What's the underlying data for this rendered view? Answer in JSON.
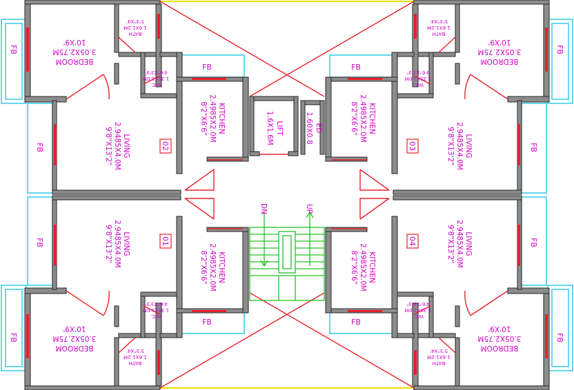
{
  "rooms": {
    "bedroom_tl": [
      "BEDROOM",
      "3.05X2.75M",
      "10'X9'"
    ],
    "bedroom_tr": [
      "BEDROOM",
      "3.05X2.75M",
      "10'X9'"
    ],
    "bedroom_bl": [
      "BEDROOM",
      "3.05X2.75M",
      "10'X9'"
    ],
    "bedroom_br": [
      "BEDROOM",
      "3.05X2.75M",
      "10'X9'"
    ],
    "bath_tl": [
      "BATH",
      "1.6X1.2M",
      "5'3\"X4'"
    ],
    "bath_tr": [
      "BATH",
      "1.6X1.2M",
      "5'3\"X4'"
    ],
    "bath_bl": [
      "BATH",
      "1.6X1.2M",
      "5'3\"X4'"
    ],
    "bath_br": [
      "BATH",
      "1.6X1.2M",
      "5'3\"X4'"
    ],
    "wc_tl": [
      "W.C.",
      "1.35X1.0M",
      "4'6\"X3'3\""
    ],
    "wc_tr": [
      "W.C.",
      "1.35X1.0M",
      "4'6\"X3'3\""
    ],
    "wc_bl": [
      "W.C.",
      "1.35X1.0M",
      "4'6\"X3'3\""
    ],
    "wc_br": [
      "W.C.",
      "1.35X1.0M",
      "4'6\"X3'3\""
    ],
    "kitchen_tl": [
      "KITCHEN",
      "2.4985X2.0M",
      "8'2\"X6'6\""
    ],
    "kitchen_tr": [
      "KITCHEN",
      "2.4985X2.0M",
      "8'2\"X6'6\""
    ],
    "kitchen_bl": [
      "KITCHEN",
      "2.4985X2.0M",
      "8'2\"X6'6\""
    ],
    "kitchen_br": [
      "KITCHEN",
      "2.4985X2.0M",
      "8'2\"X6'6\""
    ],
    "living_tl": [
      "LIVING",
      "2.9485X4.0M",
      "9'8\"X13'2\""
    ],
    "living_tr": [
      "LIVING",
      "2.9485X4.0M",
      "9'8\"X13'2\""
    ],
    "living_bl": [
      "LIVING",
      "2.9485X4.0M",
      "9'8\"X13'2\""
    ],
    "living_br": [
      "LIVING",
      "2.9485X4.0M",
      "9'8\"X13'2\""
    ],
    "lift": [
      "LIFT",
      "1.6X1.6M"
    ],
    "ed": [
      "ED",
      "1.60X0.8"
    ]
  },
  "units": {
    "tl": "02",
    "tr": "03",
    "bl": "01",
    "br": "04"
  },
  "stairs": {
    "down": "DN",
    "up": "UP"
  },
  "fb": "FB",
  "colors": {
    "wall": "#8c8c8c",
    "door": "#e8202a",
    "window": "#22c7e6",
    "stair": "#20c020",
    "text": "#d000c8",
    "boundary": "#f0e000"
  }
}
